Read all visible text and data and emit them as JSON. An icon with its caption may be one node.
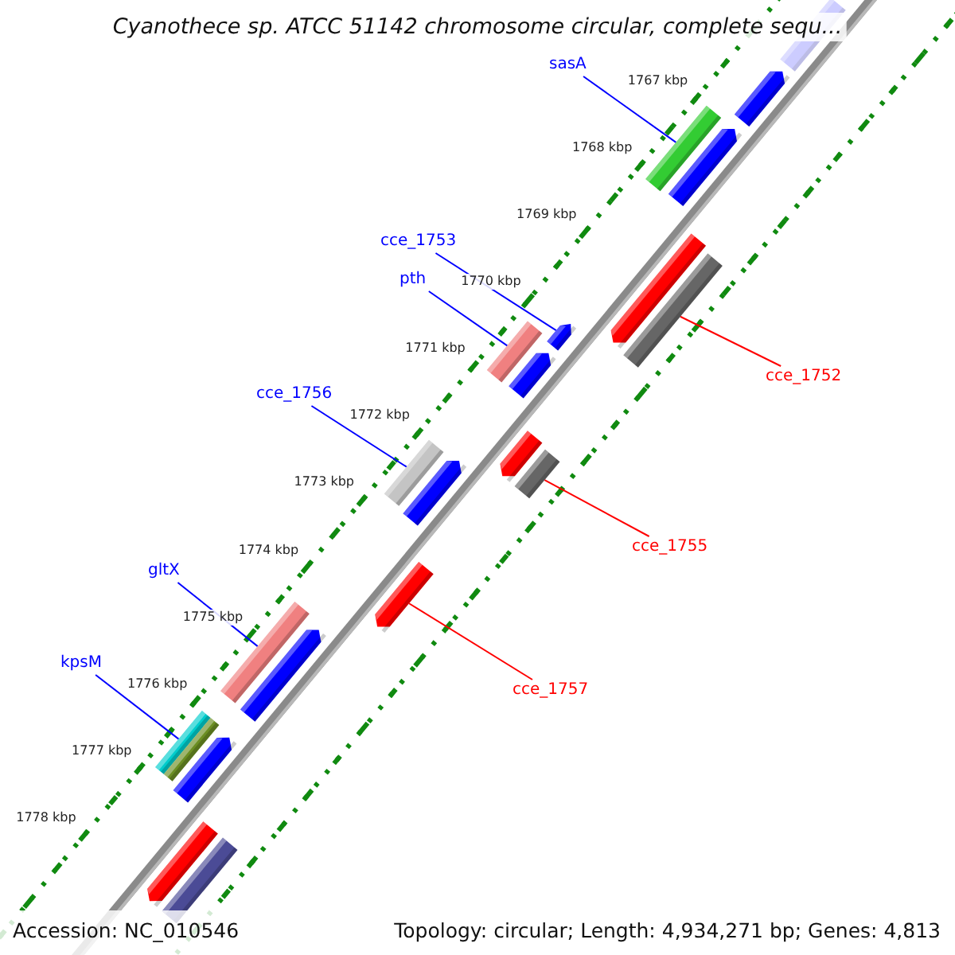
{
  "diagram": {
    "title": "Cyanothece sp. ATCC 51142 chromosome circular, complete sequ...",
    "nodes": [
      {
        "text": [
          "sasA"
        ]
      },
      {
        "text": [
          "cce_1753"
        ]
      },
      {
        "text": [
          "pth"
        ]
      },
      {
        "text": [
          "cce_1752"
        ]
      },
      {
        "text": [
          "cce_1756"
        ]
      },
      {
        "text": [
          "cce_1755"
        ]
      },
      {
        "text": [
          "gltX"
        ]
      },
      {
        "text": [
          "cce_1757"
        ]
      },
      {
        "text": [
          "kpsM"
        ]
      },
      {
        "text": [],
        "shape": "bar"
      },
      {
        "text": [],
        "shape": "pentagon"
      },
      {
        "text": [],
        "shape": "bar"
      },
      {
        "text": [],
        "shape": "bar"
      },
      {
        "text": [],
        "shape": "bar"
      },
      {
        "text": [],
        "shape": "bar"
      },
      {
        "text": [],
        "shape": "bar"
      },
      {
        "text": [],
        "shape": "pentagon"
      },
      {
        "text": [],
        "shape": "bar"
      },
      {
        "text": [],
        "shape": "bar"
      },
      {
        "text": [],
        "shape": "pentagon"
      },
      {
        "text": [],
        "shape": "pentagon"
      },
      {
        "text": [],
        "shape": "pentagon"
      },
      {
        "text": [],
        "shape": "pentagon"
      },
      {
        "text": [],
        "shape": "pentagon"
      },
      {
        "text": [],
        "shape": "pentagon"
      },
      {
        "text": [],
        "shape": "pentagon"
      },
      {
        "text": [],
        "shape": "bar"
      },
      {
        "text": [],
        "shape": "pentagon"
      },
      {
        "text": [],
        "shape": "pentagon"
      },
      {
        "text": [],
        "shape": "bar"
      }
    ],
    "edges": [
      {
        "from": 0,
        "to": 9,
        "arrow": "none"
      },
      {
        "from": 1,
        "to": 10,
        "arrow": "none"
      },
      {
        "from": 2,
        "to": 11,
        "arrow": "none"
      },
      {
        "from": 3,
        "to": 12,
        "arrow": "none",
        "color": "#ff0000"
      },
      {
        "from": 4,
        "to": 13,
        "arrow": "none"
      },
      {
        "from": 5,
        "to": 14,
        "arrow": "none",
        "color": "#ff0000"
      },
      {
        "from": 6,
        "to": 15,
        "arrow": "none"
      },
      {
        "from": 7,
        "to": 16,
        "arrow": "none",
        "color": "#ff0000"
      },
      {
        "from": 8,
        "to": 17,
        "arrow": "none"
      }
    ],
    "labels": [
      "1767 kbp",
      "1768 kbp",
      "1769 kbp",
      "1770 kbp",
      "1771 kbp",
      "1772 kbp",
      "1773 kbp",
      "1774 kbp",
      "1775 kbp",
      "1776 kbp",
      "1777 kbp",
      "1778 kbp",
      "Accession: NC_010546",
      "Topology: circular; Length: 4,934,271 bp; Genes: 4,813"
    ]
  }
}
